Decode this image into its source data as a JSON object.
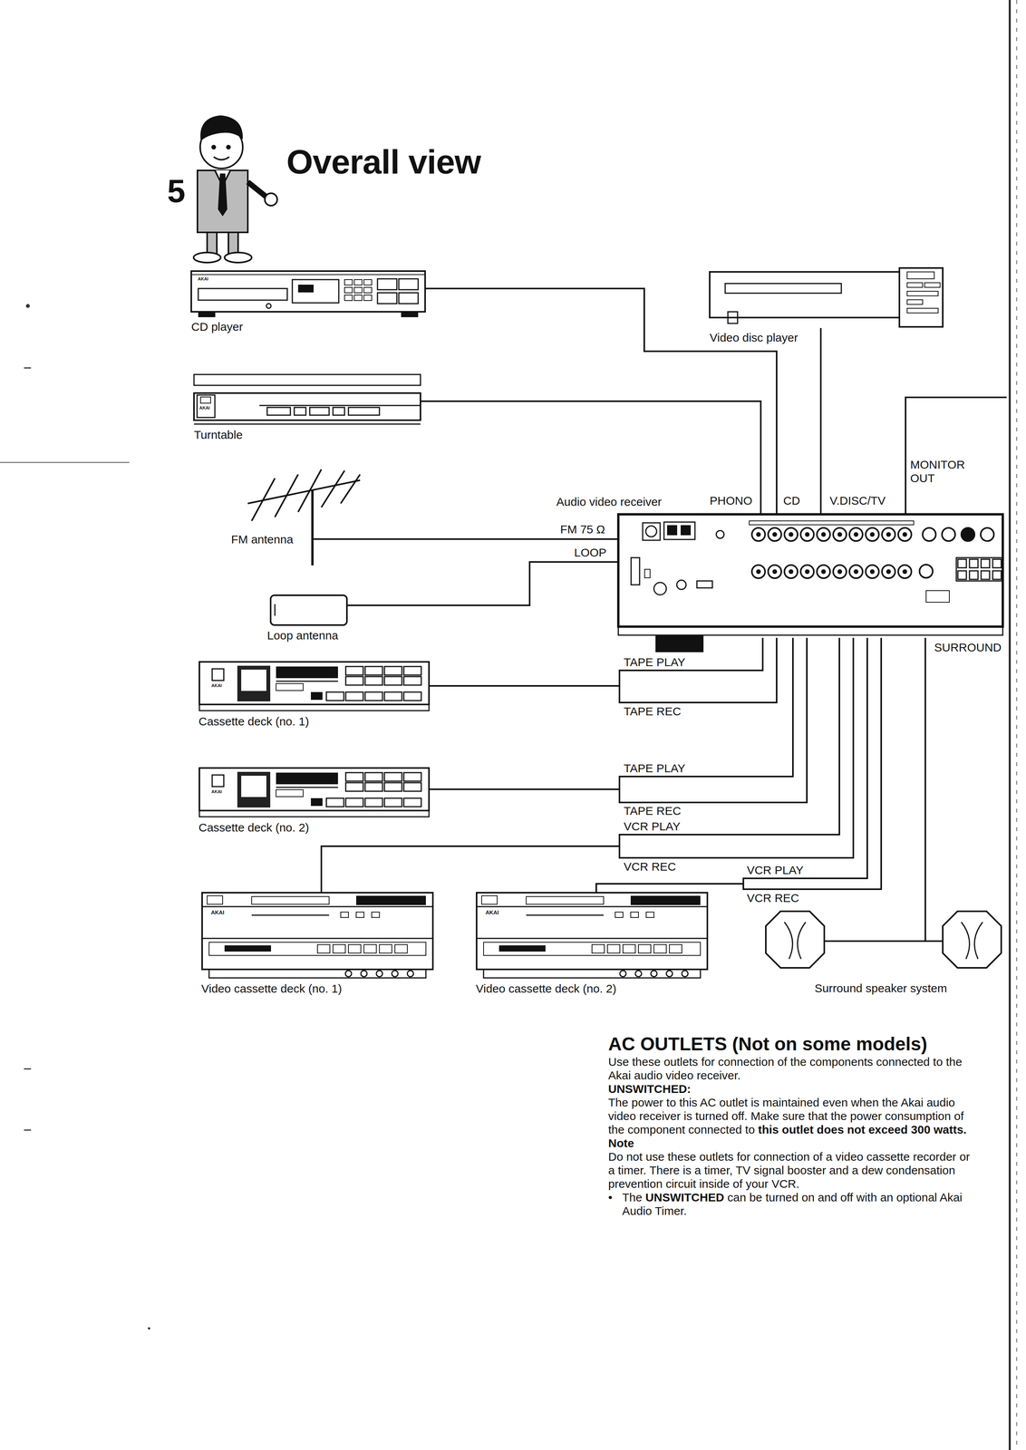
{
  "diagram": {
    "title": "Overall view",
    "nodes": [
      {
        "text": [
          "CD player"
        ]
      },
      {
        "text": [
          "Video disc player"
        ]
      },
      {
        "text": [
          "Turntable"
        ]
      },
      {
        "text": [
          "FM antenna"
        ]
      },
      {
        "text": [
          "Audio video receiver"
        ]
      },
      {
        "text": [
          "Loop antenna"
        ]
      },
      {
        "text": [
          "Cassette deck (no. 1)"
        ]
      },
      {
        "text": [
          "Cassette deck (no. 2)"
        ]
      },
      {
        "text": [
          "Video cassette deck (no. 1)"
        ]
      },
      {
        "text": [
          "Video cassette deck (no. 2)"
        ]
      },
      {
        "text": [
          "Surround speaker system"
        ]
      }
    ],
    "edges": [
      {
        "from": 0,
        "to": 4,
        "label": "CD",
        "arrow": "none"
      },
      {
        "from": 2,
        "to": 4,
        "label": "PHONO",
        "arrow": "none"
      },
      {
        "from": 1,
        "to": 4,
        "label": "V.DISC/TV",
        "arrow": "none"
      },
      {
        "from": 3,
        "to": 4,
        "label": "FM 75 Ω",
        "arrow": "none"
      },
      {
        "from": 5,
        "to": 4,
        "label": "LOOP",
        "arrow": "none"
      },
      {
        "from": 6,
        "to": 4,
        "label": "TAPE PLAY",
        "arrow": "none"
      },
      {
        "from": 6,
        "to": 4,
        "label": "TAPE REC",
        "arrow": "none"
      },
      {
        "from": 7,
        "to": 4,
        "label": "TAPE PLAY",
        "arrow": "none"
      },
      {
        "from": 7,
        "to": 4,
        "label": "TAPE REC",
        "arrow": "none"
      },
      {
        "from": 8,
        "to": 4,
        "label": "VCR PLAY",
        "arrow": "none"
      },
      {
        "from": 8,
        "to": 4,
        "label": "VCR REC",
        "arrow": "none"
      },
      {
        "from": 9,
        "to": 4,
        "label": "VCR PLAY",
        "arrow": "none"
      },
      {
        "from": 9,
        "to": 4,
        "label": "VCR REC",
        "arrow": "none"
      },
      {
        "from": 4,
        "to": 10,
        "label": "SURROUND",
        "arrow": "none"
      }
    ],
    "labels": [
      "5",
      "MONITOR OUT",
      "AC OUTLETS (Not on some models)",
      "Use these outlets for connection of the components connected to the Akai audio video receiver.",
      "UNSWITCHED:",
      "The power to this AC outlet is maintained even when the Akai audio video receiver is turned off. Make sure that the power consumption of the component connected to",
      "this outlet does not exceed 300 watts.",
      "Note",
      "Do not use these outlets for connection of a video cassette recorder or a timer. There is a timer, TV signal booster and a dew condensation prevention circuit inside of your VCR.",
      "•",
      "The",
      "UNSWITCHED",
      "can be turned on and off with an optional Akai Audio Timer.",
      "AKAI",
      "AKAI",
      "AKAI",
      "AKAI",
      "AKAI",
      "AKAI"
    ]
  }
}
